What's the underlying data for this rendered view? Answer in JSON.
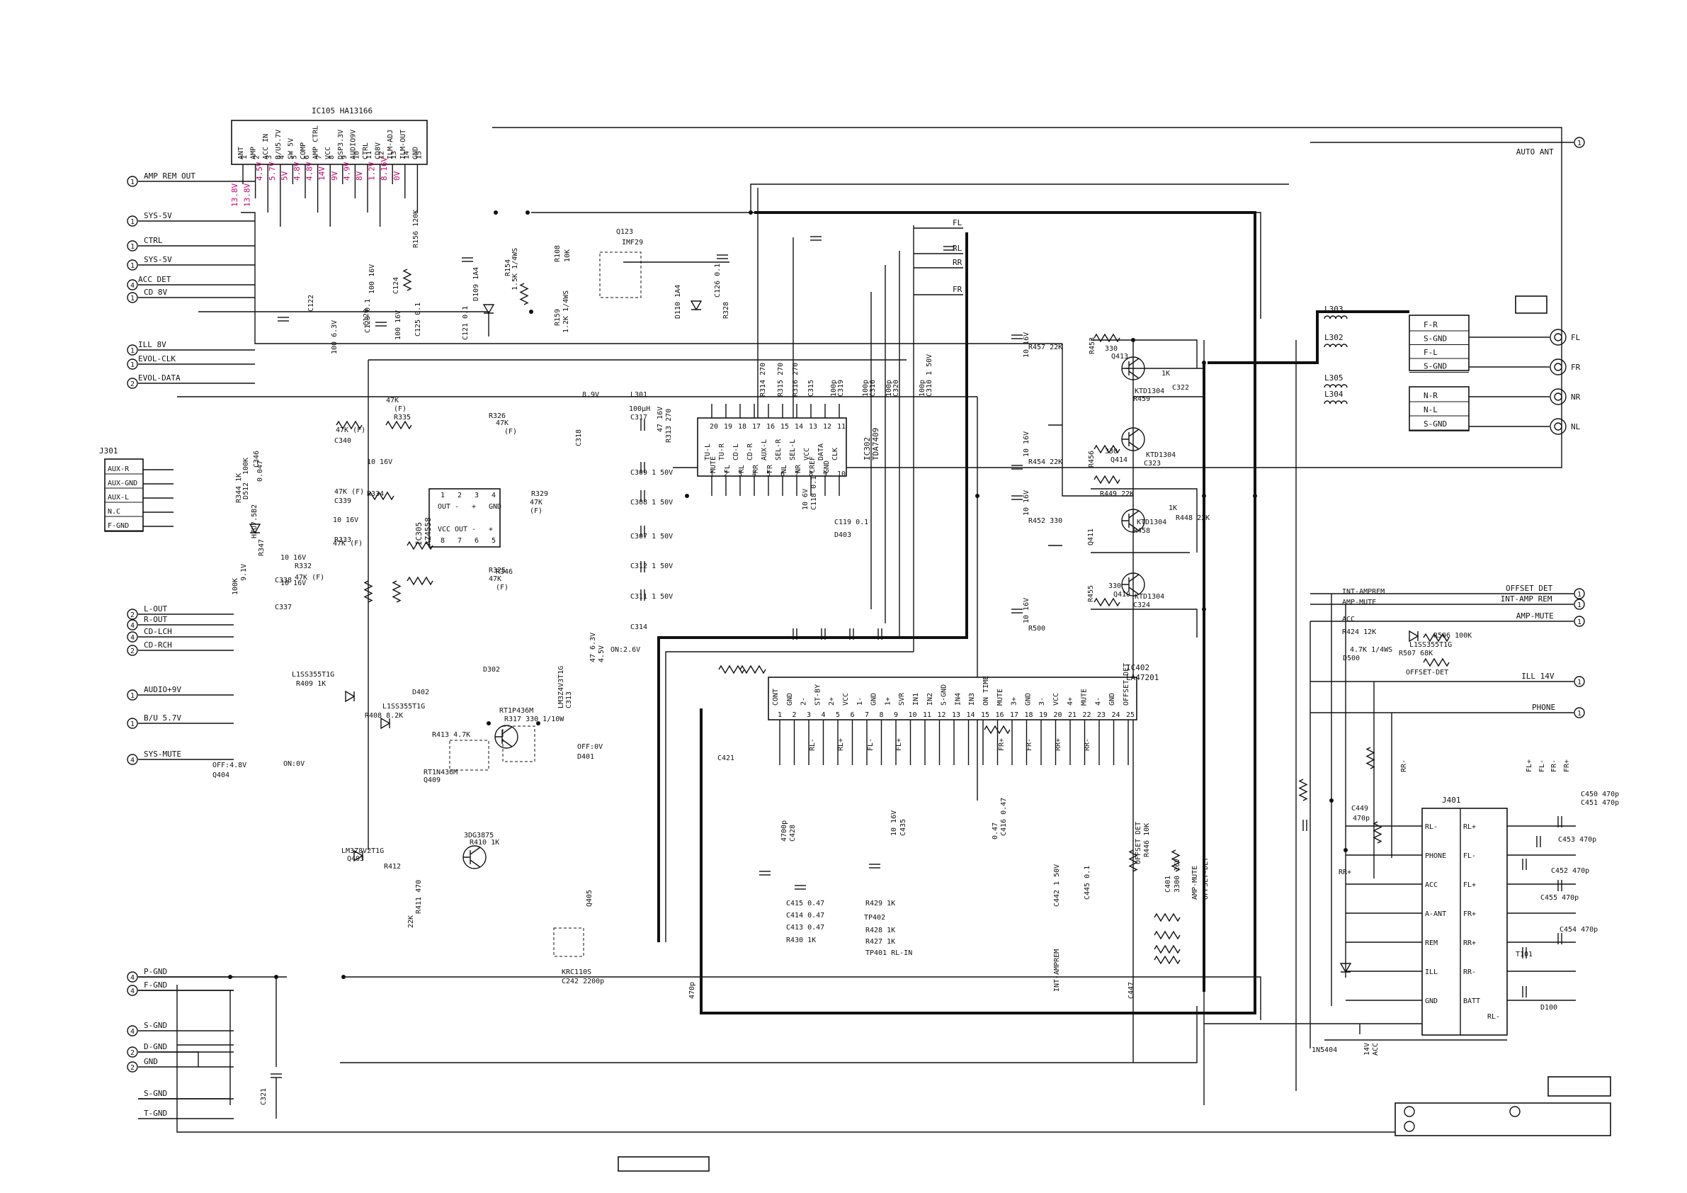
{
  "ic105": {
    "ref": "IC105 HA13166",
    "pins": [
      "ANT",
      "AMP",
      "ACC IN",
      "B/U5.7V",
      "SW 5V",
      "COMP",
      "AMP CTRL",
      "VCC",
      "DSP3.3V",
      "AUDIO9V",
      "CTRL",
      "CD8V",
      "ILM-ADJ",
      "ILM-OUT",
      "GND"
    ],
    "pin_nums": [
      "1",
      "2",
      "3",
      "4",
      "5",
      "6",
      "7",
      "8",
      "9",
      "10",
      "11",
      "12",
      "13",
      "14",
      "15"
    ],
    "volts": [
      "13.8V",
      "13.8V",
      "4.5V",
      "5.7V",
      "5V",
      "4.8V",
      "4.8V",
      "14V",
      "9V",
      "4.9V",
      "8V",
      "1.2V",
      "8.16V",
      "0V"
    ]
  },
  "left_nets": [
    "AMP REM OUT",
    "SYS-5V",
    "CTRL",
    "SYS-5V",
    "ACC DET",
    "CD 8V",
    "ILL 8V",
    "EVOL-CLK",
    "EVOL-DATA",
    "L-OUT",
    "R-OUT",
    "CD-LCH",
    "CD-RCH",
    "AUDIO+9V",
    "B/U 5.7V",
    "SYS-MUTE",
    "P-GND",
    "F-GND",
    "S-GND",
    "D-GND",
    "GND",
    "S-GND",
    "T-GND"
  ],
  "left_nums": [
    "1",
    "1",
    "1",
    "1",
    "4",
    "1",
    "1",
    "1",
    "2",
    "2",
    "4",
    "4",
    "2",
    "1",
    "1",
    "4",
    "4",
    "4",
    "4",
    "2",
    "2"
  ],
  "right_nets": [
    "AUTO ANT",
    "OFFSET DET",
    "INT-AMP REM",
    "AMP-MUTE",
    "ILL 14V",
    "PHONE"
  ],
  "right_nums": [
    "1",
    "1",
    "1",
    "1",
    "1",
    "1"
  ],
  "j301": {
    "ref": "J301",
    "pins": [
      "AUX-R",
      "AUX-GND",
      "AUX-L",
      "N.C",
      "F-GND"
    ]
  },
  "ic302": {
    "ref": "IC302",
    "part": "TDA7409",
    "pins": [
      "TU-L",
      "TU-R",
      "CD-L",
      "CD-R",
      "AUX-L",
      "SEL-R",
      "SEL-L",
      "VCC",
      "DATA",
      "CLK",
      "MUTE",
      "FL",
      "RL",
      "RR",
      "FR",
      "NL",
      "NR",
      "CREF",
      "GND"
    ],
    "pin_nums": [
      "20",
      "19",
      "18",
      "17",
      "16",
      "15",
      "14",
      "13",
      "12",
      "11",
      "1",
      "2",
      "3",
      "4",
      "5",
      "6",
      "7",
      "8",
      "9",
      "10"
    ]
  },
  "ic305": {
    "ref": "IC305",
    "part": "AZ4558",
    "pins": [
      "OUT",
      "-",
      "+",
      "GND",
      "VCC",
      "OUT",
      "-",
      "+"
    ],
    "pin_nums": [
      "1",
      "2",
      "3",
      "4",
      "8",
      "7",
      "6",
      "5"
    ]
  },
  "ic402": {
    "ref": "IC402",
    "part": "LA47201",
    "pins": [
      "CONT",
      "GND",
      "2-",
      "ST-BY",
      "2+",
      "VCC",
      "1-",
      "GND",
      "1+",
      "SVR",
      "IN1",
      "IN2",
      "S-GND",
      "IN4",
      "IN3",
      "ON TIME",
      "MUTE",
      "3+",
      "GND",
      "3-",
      "VCC",
      "4+",
      "MUTE",
      "4-",
      "GND",
      "OFFSET DET"
    ],
    "pin_nums": [
      "1",
      "2",
      "3",
      "4",
      "5",
      "6",
      "7",
      "8",
      "9",
      "10",
      "11",
      "12",
      "13",
      "14",
      "15",
      "16",
      "17",
      "18",
      "19",
      "20",
      "21",
      "22",
      "23",
      "24",
      "25"
    ],
    "outs": [
      "RL-",
      "RL+",
      "FL-",
      "FL+",
      "FR+",
      "FR-",
      "RR+",
      "RR-"
    ]
  },
  "j401": {
    "ref": "J401",
    "left": [
      "RL-",
      "PHONE",
      "ACC",
      "A-ANT",
      "REM",
      "ILL",
      "GND"
    ],
    "right": [
      "RL+",
      "FL-",
      "FL+",
      "FR+",
      "RR+",
      "RR-",
      "BATT"
    ]
  },
  "spk": {
    "left": [
      "F-R",
      "S-GND",
      "F-L",
      "S-GND"
    ],
    "rear": [
      "N-R",
      "N-L",
      "S-GND"
    ],
    "outs": [
      "FL",
      "FR",
      "NR",
      "NL"
    ],
    "coils": [
      "L303",
      "L302",
      "L305",
      "L304"
    ]
  },
  "bus": [
    "FL",
    "RL",
    "RR",
    "FR"
  ],
  "comps": [
    "C120",
    "100 6.3V",
    "C122",
    "100 16V",
    "C123 0.1",
    "C124",
    "100 16V",
    "C125 0.1",
    "R156 120K",
    "C121 0.1",
    "D109 1A4",
    "R154",
    "1.5K 1/4WS",
    "R108",
    "10K",
    "R159",
    "1.2K 1/4WS",
    "Q123",
    "IMF29",
    "D110 1A4",
    "C126 0.1",
    "R328",
    "47K",
    "(F)",
    "R335",
    "47K (F)",
    "C340",
    "10 16V",
    "R334",
    "47K (F)",
    "C339",
    "10 16V",
    "R333",
    "47K (F)",
    "C338",
    "10 16V",
    "R332",
    "47K (F)",
    "C337",
    "10 16V",
    "R326",
    "47K",
    "(F)",
    "R329",
    "47K",
    "(F)",
    "R325",
    "47K",
    "(F)",
    "R346",
    "100K",
    "C346",
    "0.047",
    "R344 1K",
    "D512",
    "HZU7.5B2",
    "R347",
    "100K",
    "9.1V",
    "8.9V",
    "L301",
    "100μH",
    "C317",
    "C318",
    "47 16V",
    "R313 270",
    "R314 270",
    "R315 270",
    "R316 270",
    "C315",
    "100p",
    "C319",
    "100p",
    "C316",
    "100p",
    "C320",
    "100p",
    "C310 1 50V",
    "C309 1 50V",
    "C308 1 50V",
    "C307 1 50V",
    "C312 1 50V",
    "C311 1 50V",
    "C314",
    "10 6V",
    "C118 0.1",
    "C119 0.1",
    "D403",
    "L1SS355T1G",
    "R409 1K",
    "D402",
    "L1SS355T1G",
    "R408 8.2K",
    "R413 4.7K",
    "ON:0V",
    "OFF:4.8V",
    "Q404",
    "RT1N436M",
    "Q409",
    "RT1P436M",
    "R317 330 1/10W",
    "D302",
    "LM3Z4V3T1G",
    "C313",
    "47 6.3V",
    "4.5V",
    "ON:2.6V",
    "OFF:0V",
    "D401",
    "LM3Z8V2T1G",
    "Q403",
    "3DG3875",
    "R410 1K",
    "R412",
    "22K",
    "R411 470",
    "Q405",
    "KRC110S",
    "C242 2200p",
    "C321",
    "10 16V",
    "R457 22K",
    "R453",
    "330",
    "Q413",
    "KTD1304",
    "R459",
    "1K",
    "C322",
    "10 16V",
    "R454 22K",
    "R456",
    "330",
    "Q414",
    "KTD1304",
    "C323",
    "10 16V",
    "R452 330",
    "R449 22K",
    "Q411",
    "KTD1304",
    "R458",
    "1K",
    "R448 22K",
    "R455",
    "330",
    "Q410",
    "KTD1304",
    "C324",
    "10 16V",
    "R500",
    "4.7K 1/4WS",
    "D500",
    "L1SS355T1G",
    "R507 68K",
    "R506 100K",
    "OFFSET-DET",
    "INT-AMPREM",
    "AMP-MUTE",
    "ACC",
    "R424 12K",
    "C421",
    "4700p",
    "C428",
    "10 16V",
    "C435",
    "0.47",
    "C416 0.47",
    "C415 0.47",
    "C414 0.47",
    "C413 0.47",
    "R430 1K",
    "R429 1K",
    "R428 1K",
    "R427 1K",
    "TP401 RL-IN",
    "TP402",
    "OFFSET DET",
    "R446 10K",
    "C442 1 50V",
    "C445 0.1",
    "C401",
    "3300 16V",
    "AMP-MUTE",
    "OFFSET-DET",
    "INT-AMPREM",
    "C447",
    "470p",
    "C449",
    "470p",
    "C450 470p",
    "C451 470p",
    "C453 470p",
    "C452 470p",
    "C455 470p",
    "C454 470p",
    "T101",
    "D100",
    "1N5404",
    "14V",
    "ACC",
    "RL-",
    "RR+",
    "RR-",
    "FR+",
    "FR-",
    "FL-",
    "FL+"
  ]
}
